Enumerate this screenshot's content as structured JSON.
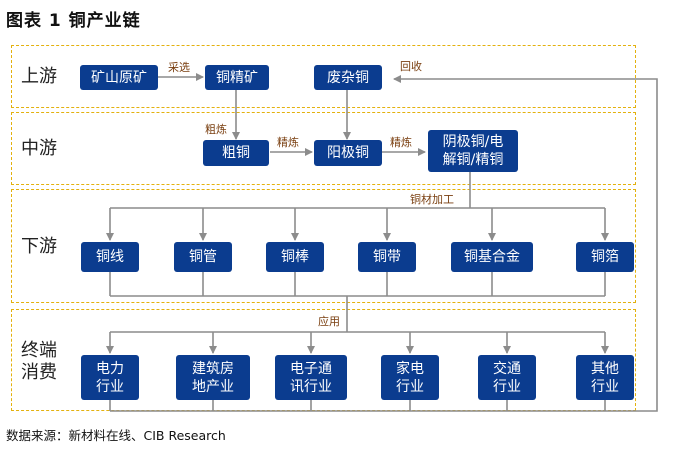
{
  "title": "图表 1  铜产业链",
  "source": "数据来源：新材料在线、CIB Research",
  "bands": [
    {
      "id": "upstream",
      "label": "上游"
    },
    {
      "id": "midstream",
      "label": "中游"
    },
    {
      "id": "downstream",
      "label": "下游"
    },
    {
      "id": "terminal",
      "label": "终端\n消费"
    }
  ],
  "nodes": {
    "mine": "矿山原矿",
    "concentrate": "铜精矿",
    "scrap": "废杂铜",
    "blister": "粗铜",
    "anode": "阳极铜",
    "cathode": "阴极铜/电\n解铜/精铜",
    "wire": "铜线",
    "tube": "铜管",
    "rod": "铜棒",
    "strip": "铜带",
    "alloy": "铜基合金",
    "foil": "铜箔",
    "power": "电力\n行业",
    "construction": "建筑房\n地产业",
    "electronics": "电子通\n讯行业",
    "appliance": "家电\n行业",
    "transport": "交通\n行业",
    "other": "其他\n行业"
  },
  "edge_labels": {
    "mining": "采选",
    "recycle": "回收",
    "crude_refine": "粗炼",
    "refine1": "精炼",
    "refine2": "精炼",
    "processing": "铜材加工",
    "application": "应用"
  },
  "colors": {
    "node": "#0b3c8f",
    "band_border": "#e3b10e",
    "wire": "#8c8c8c",
    "edge_label": "#7a3f10"
  }
}
